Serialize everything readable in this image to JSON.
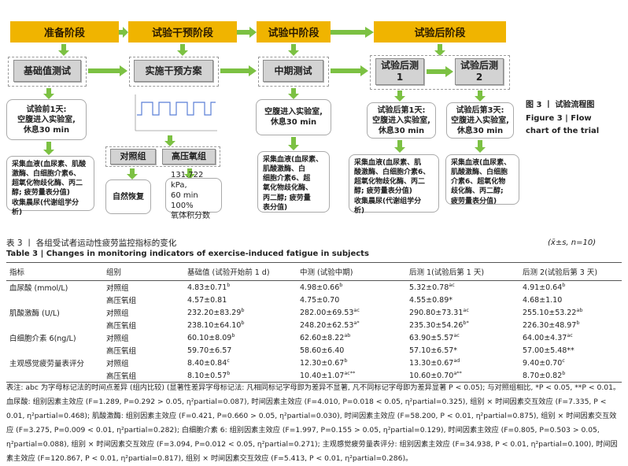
{
  "flow": {
    "stages": [
      "准备阶段",
      "试验干预阶段",
      "试验中阶段",
      "试验后阶段"
    ],
    "steps": {
      "baseline": "基础值测试",
      "intervention": "实施干预方案",
      "mid": "中期测试",
      "post1": "试验后测\n1",
      "post2": "试验后测\n2"
    },
    "arrive_boxes": {
      "pre": "试验前1天:\n空腹进入实验室,\n休息30 min",
      "mid": "空腹进入实验室,\n休息30 min",
      "post1": "试验后第1天:\n空腹进入实验室,\n休息30 min",
      "post2": "试验后第3天:\n空腹进入实验室,\n休息30 min"
    },
    "groups": {
      "control": "对照组",
      "hypoxia": "高压氧组"
    },
    "group_details": {
      "control": "自然恢复",
      "hypoxia": "131.722 kPa,\n60 min 100%\n氧体积分数"
    },
    "collect_boxes": {
      "pre": "采集血液(血尿素、肌酸\n激酶、白细胞介素6、\n超氧化物歧化酶、丙二\n醇; 疲劳量表分值)\n收集晨尿(代谢组学分析)",
      "mid": "采集血液(血尿素、\n肌酸激酶、白\n细胞介素6、超\n氧化物歧化酶、\n丙二醇; 疲劳量\n表分值)",
      "post1": "采集血液(血尿素、肌\n酸激酶、白细胞介素6、\n超氧化物歧化酶、丙二\n醇; 疲劳量表分值)\n收集晨尿(代谢组学分\n析)",
      "post2": "采集血液(血尿素、\n肌酸激酶、白细胞\n介素6、超氧化物\n歧化酶、丙二醇;\n疲劳量表分值)"
    },
    "figure_caption_cn": "图 3 丨 试验流程图",
    "figure_caption_en": "Figure 3  |  Flow\nchart of the trial"
  },
  "table3": {
    "title_cn": "表 3 丨 各组受试者运动性疲劳监控指标的变化",
    "title_en": "Table 3  |  Changes in monitoring indicators of exercise-induced fatigue in subjects",
    "unit_note": "(x̄±s, n=10)",
    "headers": [
      "指标",
      "组别",
      "基础值 (试验开始前 1 d)",
      "中测 (试验中期)",
      "后测 1(试验后第 1 天)",
      "后测 2(试验后第 3 天)"
    ],
    "rows": [
      {
        "indicator": "血尿酸 (mmol/L)",
        "group": "对照组",
        "v1": "4.83±0.71",
        "s1": "b",
        "v2": "4.98±0.66",
        "s2": "b",
        "v3": "5.32±0.78",
        "s3": "ac",
        "v4": "4.91±0.64",
        "s4": "b"
      },
      {
        "indicator": "",
        "group": "高压氧组",
        "v1": "4.57±0.81",
        "s1": "",
        "v2": "4.75±0.70",
        "s2": "",
        "v3": "4.55±0.89*",
        "s3": "",
        "v4": "4.68±1.10",
        "s4": ""
      },
      {
        "indicator": "肌酸激酶 (U/L)",
        "group": "对照组",
        "v1": "232.20±83.29",
        "s1": "b",
        "v2": "282.00±69.53",
        "s2": "ac",
        "v3": "290.80±73.31",
        "s3": "ac",
        "v4": "255.10±53.22",
        "s4": "ab"
      },
      {
        "indicator": "",
        "group": "高压氧组",
        "v1": "238.10±64.10",
        "s1": "b",
        "v2": "248.20±62.53",
        "s2": "a*",
        "v3": "235.30±54.26",
        "s3": "b*",
        "v4": "226.30±48.97",
        "s4": "b"
      },
      {
        "indicator": "白细胞介素 6(ng/L)",
        "group": "对照组",
        "v1": "60.10±8.09",
        "s1": "b",
        "v2": "62.60±8.22",
        "s2": "ab",
        "v3": "63.90±5.57",
        "s3": "ac",
        "v4": "64.00±4.37",
        "s4": "ac"
      },
      {
        "indicator": "",
        "group": "高压氧组",
        "v1": "59.70±6.57",
        "s1": "",
        "v2": "58.60±6.40",
        "s2": "",
        "v3": "57.10±6.57*",
        "s3": "",
        "v4": "57.00±5.48**",
        "s4": ""
      },
      {
        "indicator": "主观感觉疲劳量表评分",
        "group": "对照组",
        "v1": "8.40±0.84",
        "s1": "c",
        "v2": "12.30±0.67",
        "s2": "b",
        "v3": "13.30±0.67",
        "s3": "ad",
        "v4": "9.40±0.70",
        "s4": "c"
      },
      {
        "indicator": "",
        "group": "高压氧组",
        "v1": "8.10±0.57",
        "s1": "b",
        "v2": "10.40±1.07",
        "s2": "ac**",
        "v3": "10.60±0.70",
        "s3": "a**",
        "v4": "8.70±0.82",
        "s4": "b"
      }
    ],
    "note": "表注: abc 为字母标记法的时间点差异 (组内比较) (显著性差异字母标记法: 凡相同标记字母即为差异不显著, 凡不同标记字母即为差异显著 P < 0.05); 与对照组相比, *P < 0.05, **P < 0.01。血尿酸: 组别因素主效应 (F=1.289, P=0.292 > 0.05, η²partial=0.087), 时间因素主效应 (F=4.010, P=0.018 < 0.05, η²partial=0.325), 组别 × 时间因素交互效应 (F=7.335, P < 0.01, η²partial=0.468); 肌酸激酶: 组别因素主效应 (F=0.421, P=0.660 > 0.05, η²partial=0.030), 时间因素主效应 (F=58.200, P < 0.01, η²partial=0.875), 组别 × 时间因素交互效应 (F=3.275, P=0.009 < 0.01, η²partial=0.282); 白细胞介素 6: 组别因素主效应 (F=1.997, P=0.155 > 0.05, η²partial=0.129), 时间因素主效应 (F=0.805, P=0.503 > 0.05, η²partial=0.088), 组别 × 时间因素交互效应 (F=3.094, P=0.012 < 0.05, η²partial=0.271); 主观感觉疲劳量表评分: 组别因素主效应 (F=34.938, P < 0.01, η²partial=0.100), 时间因素主效应 (F=120.867, P < 0.01, η²partial=0.817), 组别 × 时间因素交互效应 (F=5.413, P < 0.01, η²partial=0.286)。"
  }
}
